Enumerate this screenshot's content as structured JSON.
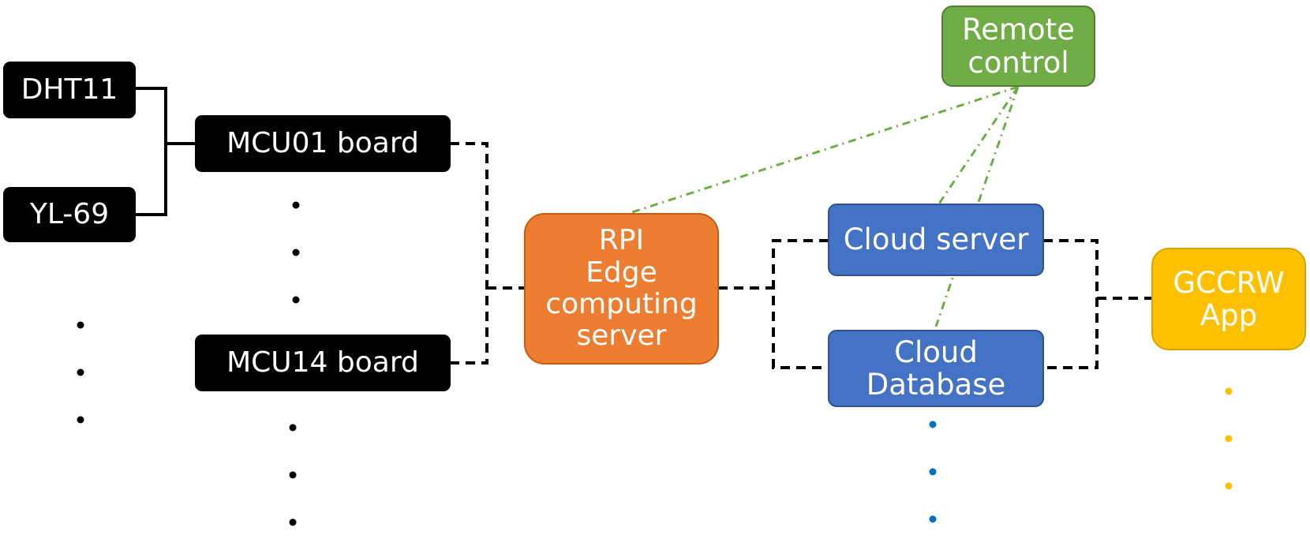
{
  "nodes": {
    "dht11": "DHT11",
    "yl69": "YL-69",
    "mcu01": "MCU01 board",
    "mcu14": "MCU14 board",
    "rpi": [
      "RPI",
      "Edge",
      "computing",
      "server"
    ],
    "cloud_server": "Cloud server",
    "cloud_database": [
      "Cloud",
      "Database"
    ],
    "remote_control": [
      "Remote",
      "control"
    ],
    "app": [
      "GCCRW",
      "App"
    ]
  },
  "colors": {
    "sensor_fill": "#000000",
    "edge_server_fill": "#ed7d31",
    "cloud_fill": "#4472c4",
    "remote_fill": "#70ad47",
    "app_fill": "#ffc000",
    "wired_link": "#000000",
    "remote_link": "#70ad47",
    "ellipsis_black": "#000000",
    "ellipsis_blue": "#0070c0",
    "ellipsis_yellow": "#ffc000"
  },
  "connections": [
    {
      "from": "dht11",
      "to": "mcu01",
      "style": "solid"
    },
    {
      "from": "yl69",
      "to": "mcu01",
      "style": "solid"
    },
    {
      "from": "mcu01",
      "to": "rpi",
      "style": "dashed"
    },
    {
      "from": "mcu14",
      "to": "rpi",
      "style": "dashed"
    },
    {
      "from": "rpi",
      "to": "cloud_server",
      "style": "dashed"
    },
    {
      "from": "rpi",
      "to": "cloud_database",
      "style": "dashed"
    },
    {
      "from": "cloud_server",
      "to": "app",
      "style": "dashed"
    },
    {
      "from": "cloud_database",
      "to": "app",
      "style": "dashed"
    },
    {
      "from": "remote_control",
      "to": "rpi",
      "style": "dash-dot"
    },
    {
      "from": "remote_control",
      "to": "cloud_server",
      "style": "dash-dot"
    },
    {
      "from": "remote_control",
      "to": "cloud_database",
      "style": "dash-dot"
    }
  ]
}
